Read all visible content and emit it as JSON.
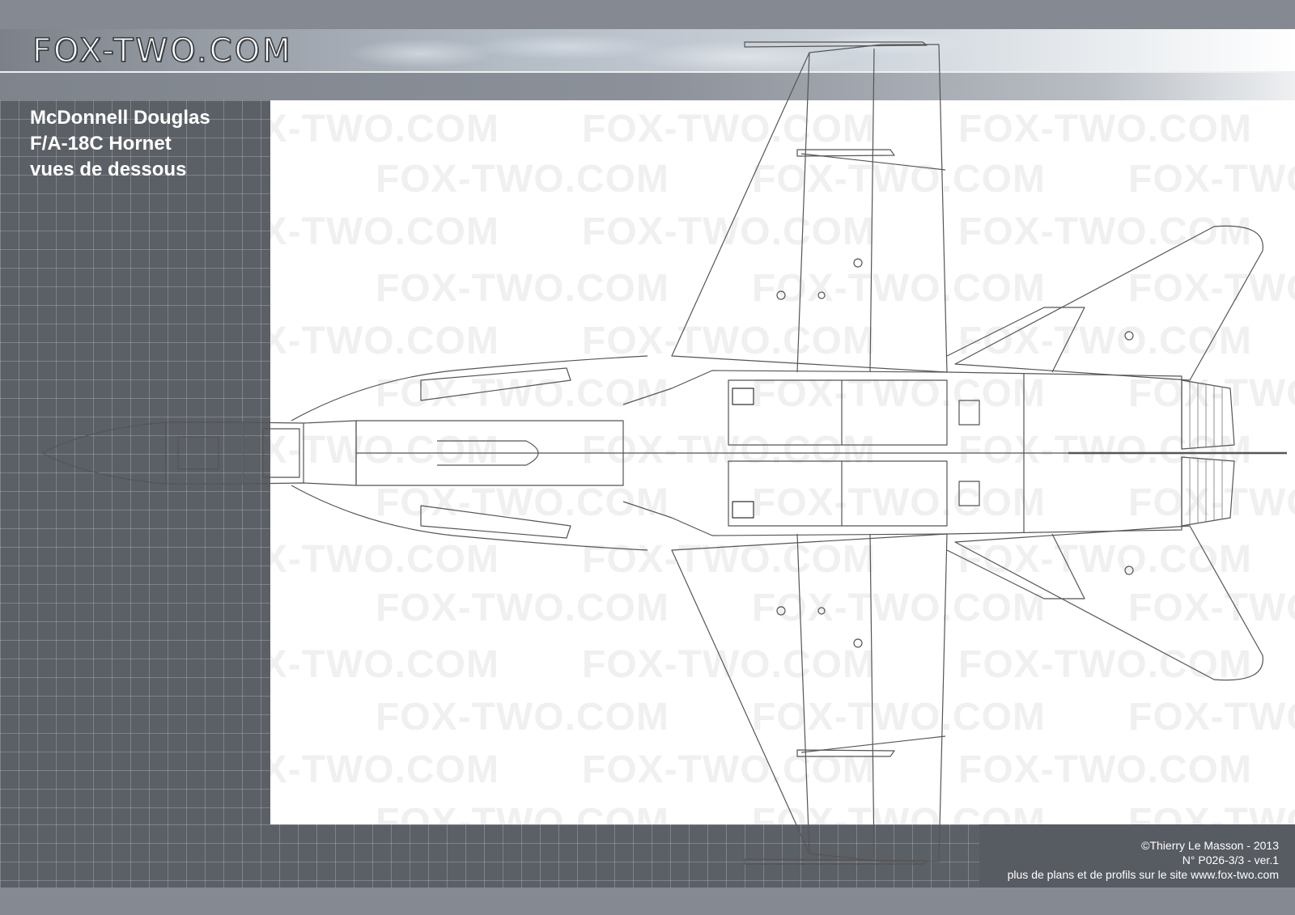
{
  "header": {
    "logo": "FOX-TWO.COM"
  },
  "title": {
    "line1": "McDonnell Douglas",
    "line2": "F/A-18C Hornet",
    "line3": "vues de dessous"
  },
  "watermark": {
    "text": "FOX-TWO.COM"
  },
  "credits": {
    "copyright": "©Thierry Le Masson - 2013",
    "reference": "N° P026-3/3   -   ver.1",
    "site": "plus de plans et de profils sur le site www.fox-two.com"
  },
  "colors": {
    "panel": "#5b5f66",
    "grid": "#ffffff",
    "drawing_line": "#555555",
    "canvas": "#ffffff"
  }
}
